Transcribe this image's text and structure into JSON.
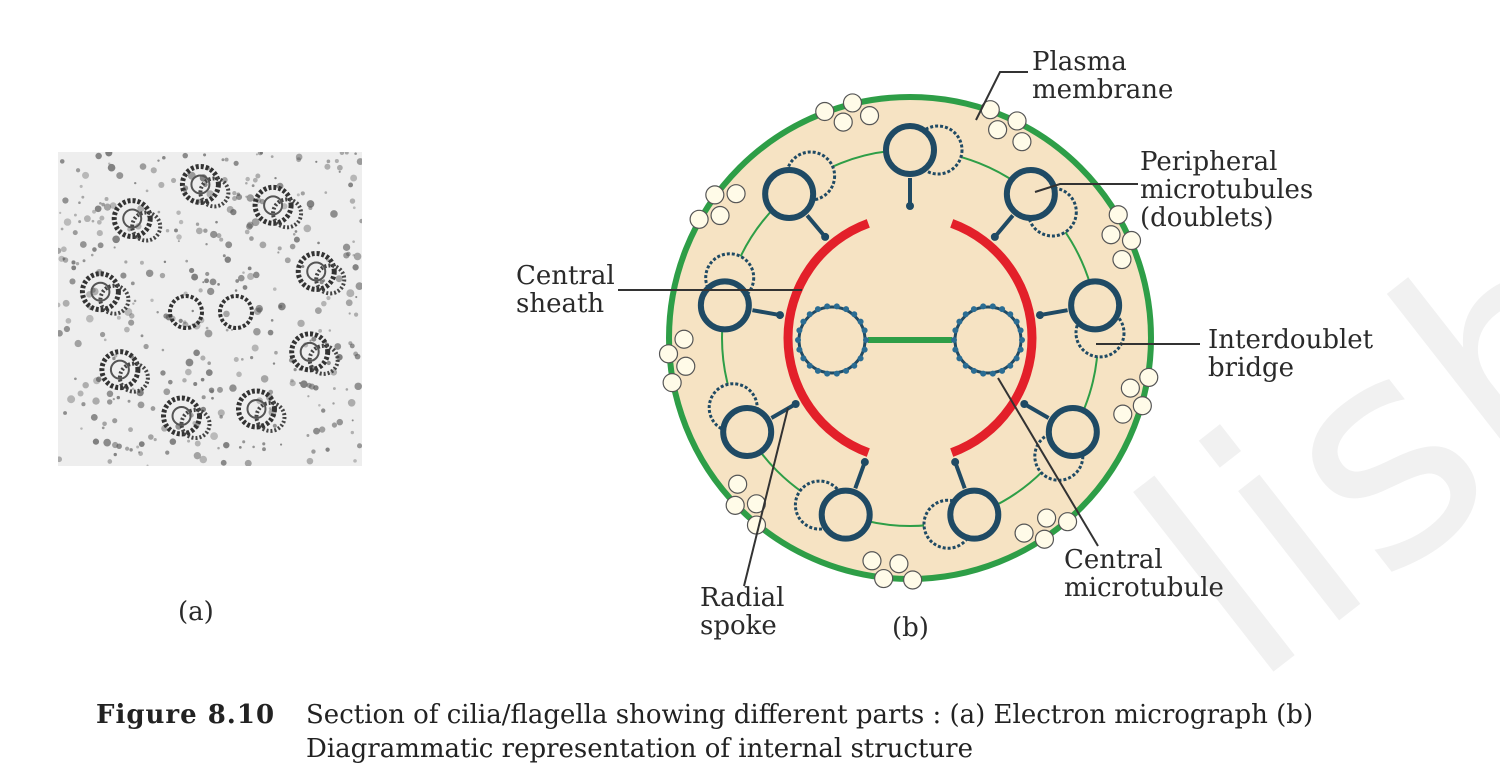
{
  "panel_a": {
    "label": "(a)"
  },
  "panel_b": {
    "label": "(b)",
    "labels": {
      "plasma_membrane": "Plasma\nmembrane",
      "peripheral_microtubules": "Peripheral\nmicrotubules\n(doublets)",
      "interdoublet_bridge": "Interdoublet\nbridge",
      "central_microtubule": "Central\nmicrotubule",
      "radial_spoke": "Radial\nspoke",
      "central_sheath": "Central\nsheath"
    }
  },
  "caption": {
    "figure_number": "Figure 8.10",
    "text": "Section of cilia/flagella showing different parts : (a) Electron micrograph (b) Diagrammatic representation of internal structure"
  },
  "colors": {
    "membrane": "#2e9e47",
    "cytoplasm": "#f6e3c3",
    "microtubule": "#1f4a64",
    "sheath": "#e3202a",
    "bridge": "#2e9e47"
  }
}
